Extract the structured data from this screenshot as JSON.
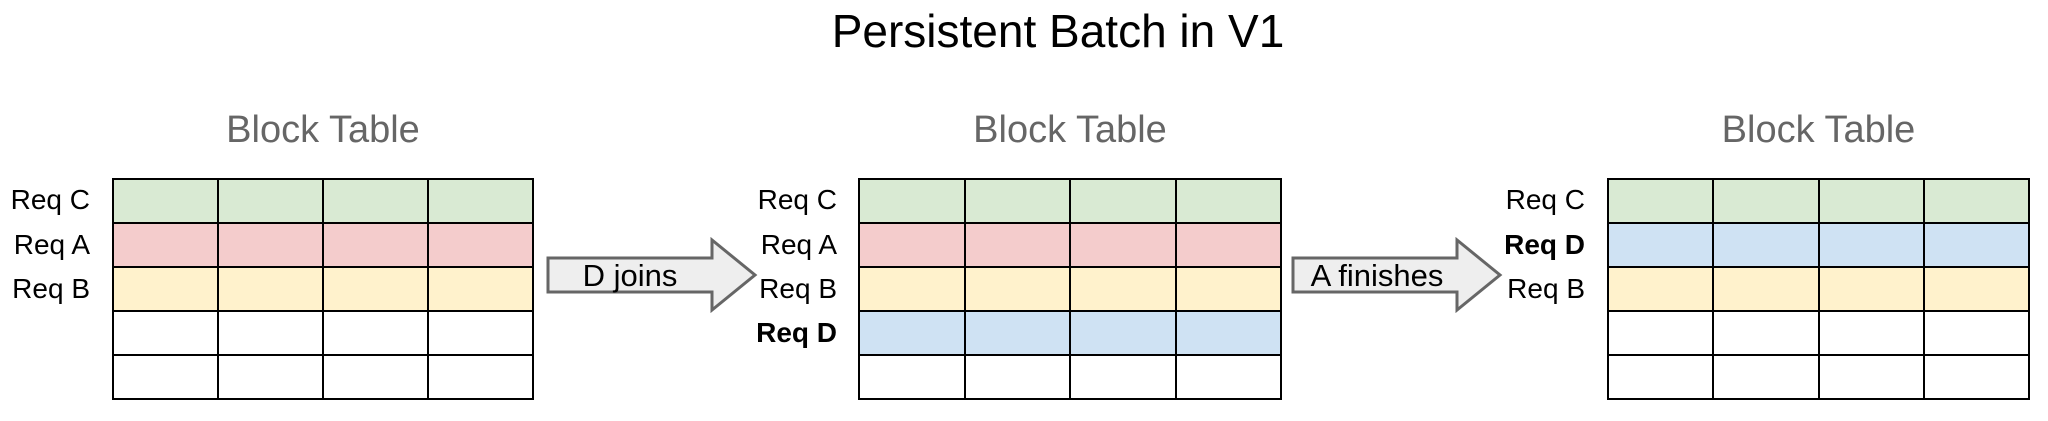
{
  "title": "Persistent Batch in V1",
  "palette": {
    "green": "#d9ead3",
    "red": "#f4cccc",
    "yellow": "#fff2cc",
    "blue": "#cfe2f3",
    "white": "#ffffff",
    "grid_border": "#000000",
    "header_text": "#666666",
    "arrow_fill": "#eeeeee",
    "arrow_border": "#666666"
  },
  "tables": [
    {
      "header": "Block Table",
      "columns": 4,
      "rows": [
        {
          "label": "Req C",
          "bold": false,
          "color": "green"
        },
        {
          "label": "Req A",
          "bold": false,
          "color": "red"
        },
        {
          "label": "Req B",
          "bold": false,
          "color": "yellow"
        },
        {
          "label": "",
          "bold": false,
          "color": "white"
        },
        {
          "label": "",
          "bold": false,
          "color": "white"
        }
      ]
    },
    {
      "header": "Block Table",
      "columns": 4,
      "rows": [
        {
          "label": "Req C",
          "bold": false,
          "color": "green"
        },
        {
          "label": "Req A",
          "bold": false,
          "color": "red"
        },
        {
          "label": "Req B",
          "bold": false,
          "color": "yellow"
        },
        {
          "label": "Req D",
          "bold": true,
          "color": "blue"
        },
        {
          "label": "",
          "bold": false,
          "color": "white"
        }
      ]
    },
    {
      "header": "Block Table",
      "columns": 4,
      "rows": [
        {
          "label": "Req C",
          "bold": false,
          "color": "green"
        },
        {
          "label": "Req D",
          "bold": true,
          "color": "blue"
        },
        {
          "label": "Req B",
          "bold": false,
          "color": "yellow"
        },
        {
          "label": "",
          "bold": false,
          "color": "white"
        },
        {
          "label": "",
          "bold": false,
          "color": "white"
        }
      ]
    }
  ],
  "arrows": [
    {
      "label": "D joins"
    },
    {
      "label": "A finishes"
    }
  ]
}
